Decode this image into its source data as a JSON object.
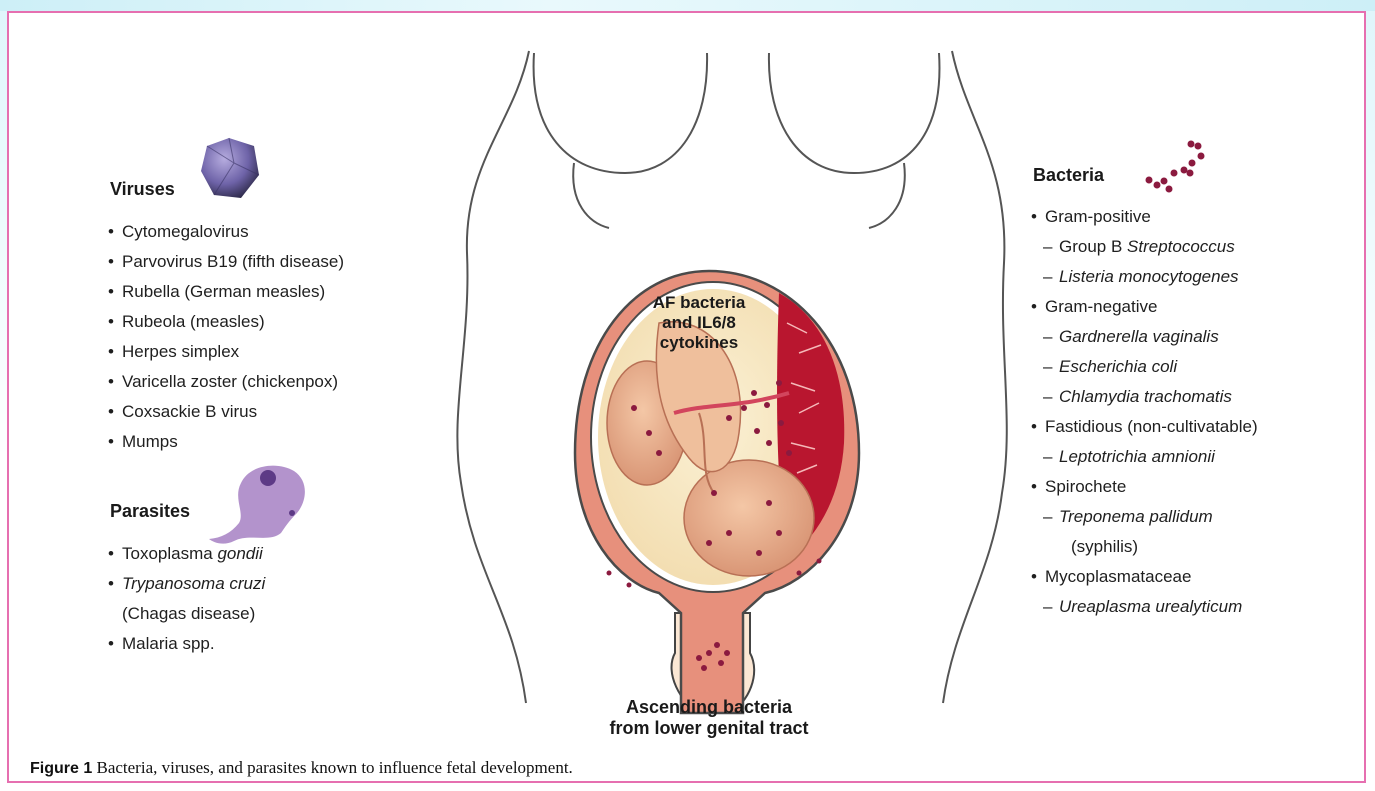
{
  "viruses": {
    "title": "Viruses",
    "icon": "virus-icon",
    "items": [
      "Cytomegalovirus",
      "Parvovirus B19 (fifth disease)",
      "Rubella (German measles)",
      "Rubeola (measles)",
      "Herpes simplex",
      "Varicella zoster (chickenpox)",
      "Coxsackie B virus",
      "Mumps"
    ]
  },
  "parasites": {
    "title": "Parasites",
    "icon": "parasite-icon",
    "items": [
      {
        "plain": "Toxoplasma ",
        "italic": "gondii"
      },
      {
        "plain": "",
        "italic": "Trypanosoma cruzi"
      },
      {
        "plain": "(Chagas disease)",
        "italic": ""
      },
      {
        "plain": "Malaria spp.",
        "italic": ""
      }
    ]
  },
  "bacteria": {
    "title": "Bacteria",
    "icon": "bacteria-icon",
    "items": [
      {
        "level": 0,
        "plain": "Gram-positive",
        "italic": ""
      },
      {
        "level": 1,
        "plain": "Group B ",
        "italic": "Streptococcus"
      },
      {
        "level": 1,
        "plain": "",
        "italic": "Listeria monocytogenes"
      },
      {
        "level": 0,
        "plain": "Gram-negative",
        "italic": ""
      },
      {
        "level": 1,
        "plain": "",
        "italic": "Gardnerella vaginalis"
      },
      {
        "level": 1,
        "plain": "",
        "italic": "Escherichia coli"
      },
      {
        "level": 1,
        "plain": "",
        "italic": "Chlamydia trachomatis"
      },
      {
        "level": 0,
        "plain": "Fastidious (non-cultivatable)",
        "italic": ""
      },
      {
        "level": 1,
        "plain": "",
        "italic": "Leptotrichia amnionii"
      },
      {
        "level": 0,
        "plain": "Spirochete",
        "italic": ""
      },
      {
        "level": 1,
        "plain": "",
        "italic": "Treponema pallidum"
      },
      {
        "level": 2,
        "plain": "(syphilis)",
        "italic": ""
      },
      {
        "level": 0,
        "plain": "Mycoplasmataceae",
        "italic": ""
      },
      {
        "level": 1,
        "plain": "",
        "italic": "Ureaplasma urealyticum"
      }
    ]
  },
  "uterus_label": {
    "line1": "AF bacteria",
    "line2": "and IL6/8",
    "line3": "cytokines"
  },
  "ascending_label": {
    "line1": "Ascending bacteria",
    "line2": "from lower genital tract"
  },
  "caption": {
    "figure": "Figure 1",
    "text": " Bacteria, viruses, and parasites known to influence fetal development."
  },
  "colors": {
    "frame": "#e66fb0",
    "uterus_wall": "#e7907c",
    "placenta": "#b9162f",
    "bacteria_dot": "#8b1a3f",
    "virus": "#6e63a8",
    "parasite": "#b393cc"
  }
}
